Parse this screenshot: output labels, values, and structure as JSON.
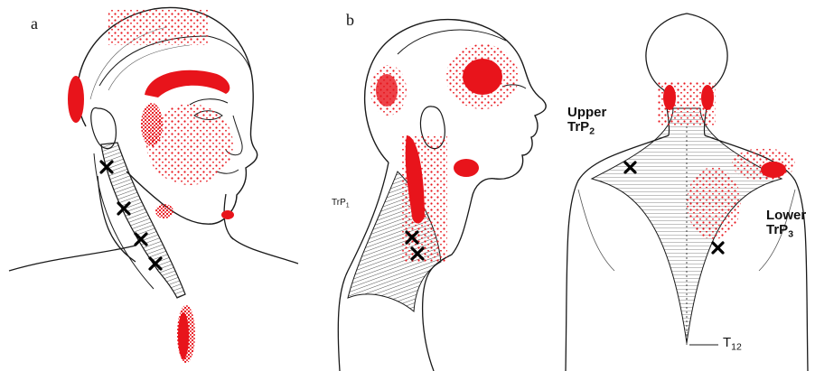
{
  "panels": {
    "a": {
      "letter": "a"
    },
    "b": {
      "letter": "b"
    }
  },
  "labels": {
    "trp1_main": "TrP",
    "trp1_sub": "1",
    "upper_line1": "Upper",
    "upper_main": "TrP",
    "upper_sub": "2",
    "lower_line1": "Lower",
    "lower_main": "TrP",
    "lower_sub": "3",
    "t12_main": "T",
    "t12_sub": "12"
  },
  "colors": {
    "referral": "#e8141b",
    "outline": "#1a1a1a",
    "marker": "#000000"
  }
}
